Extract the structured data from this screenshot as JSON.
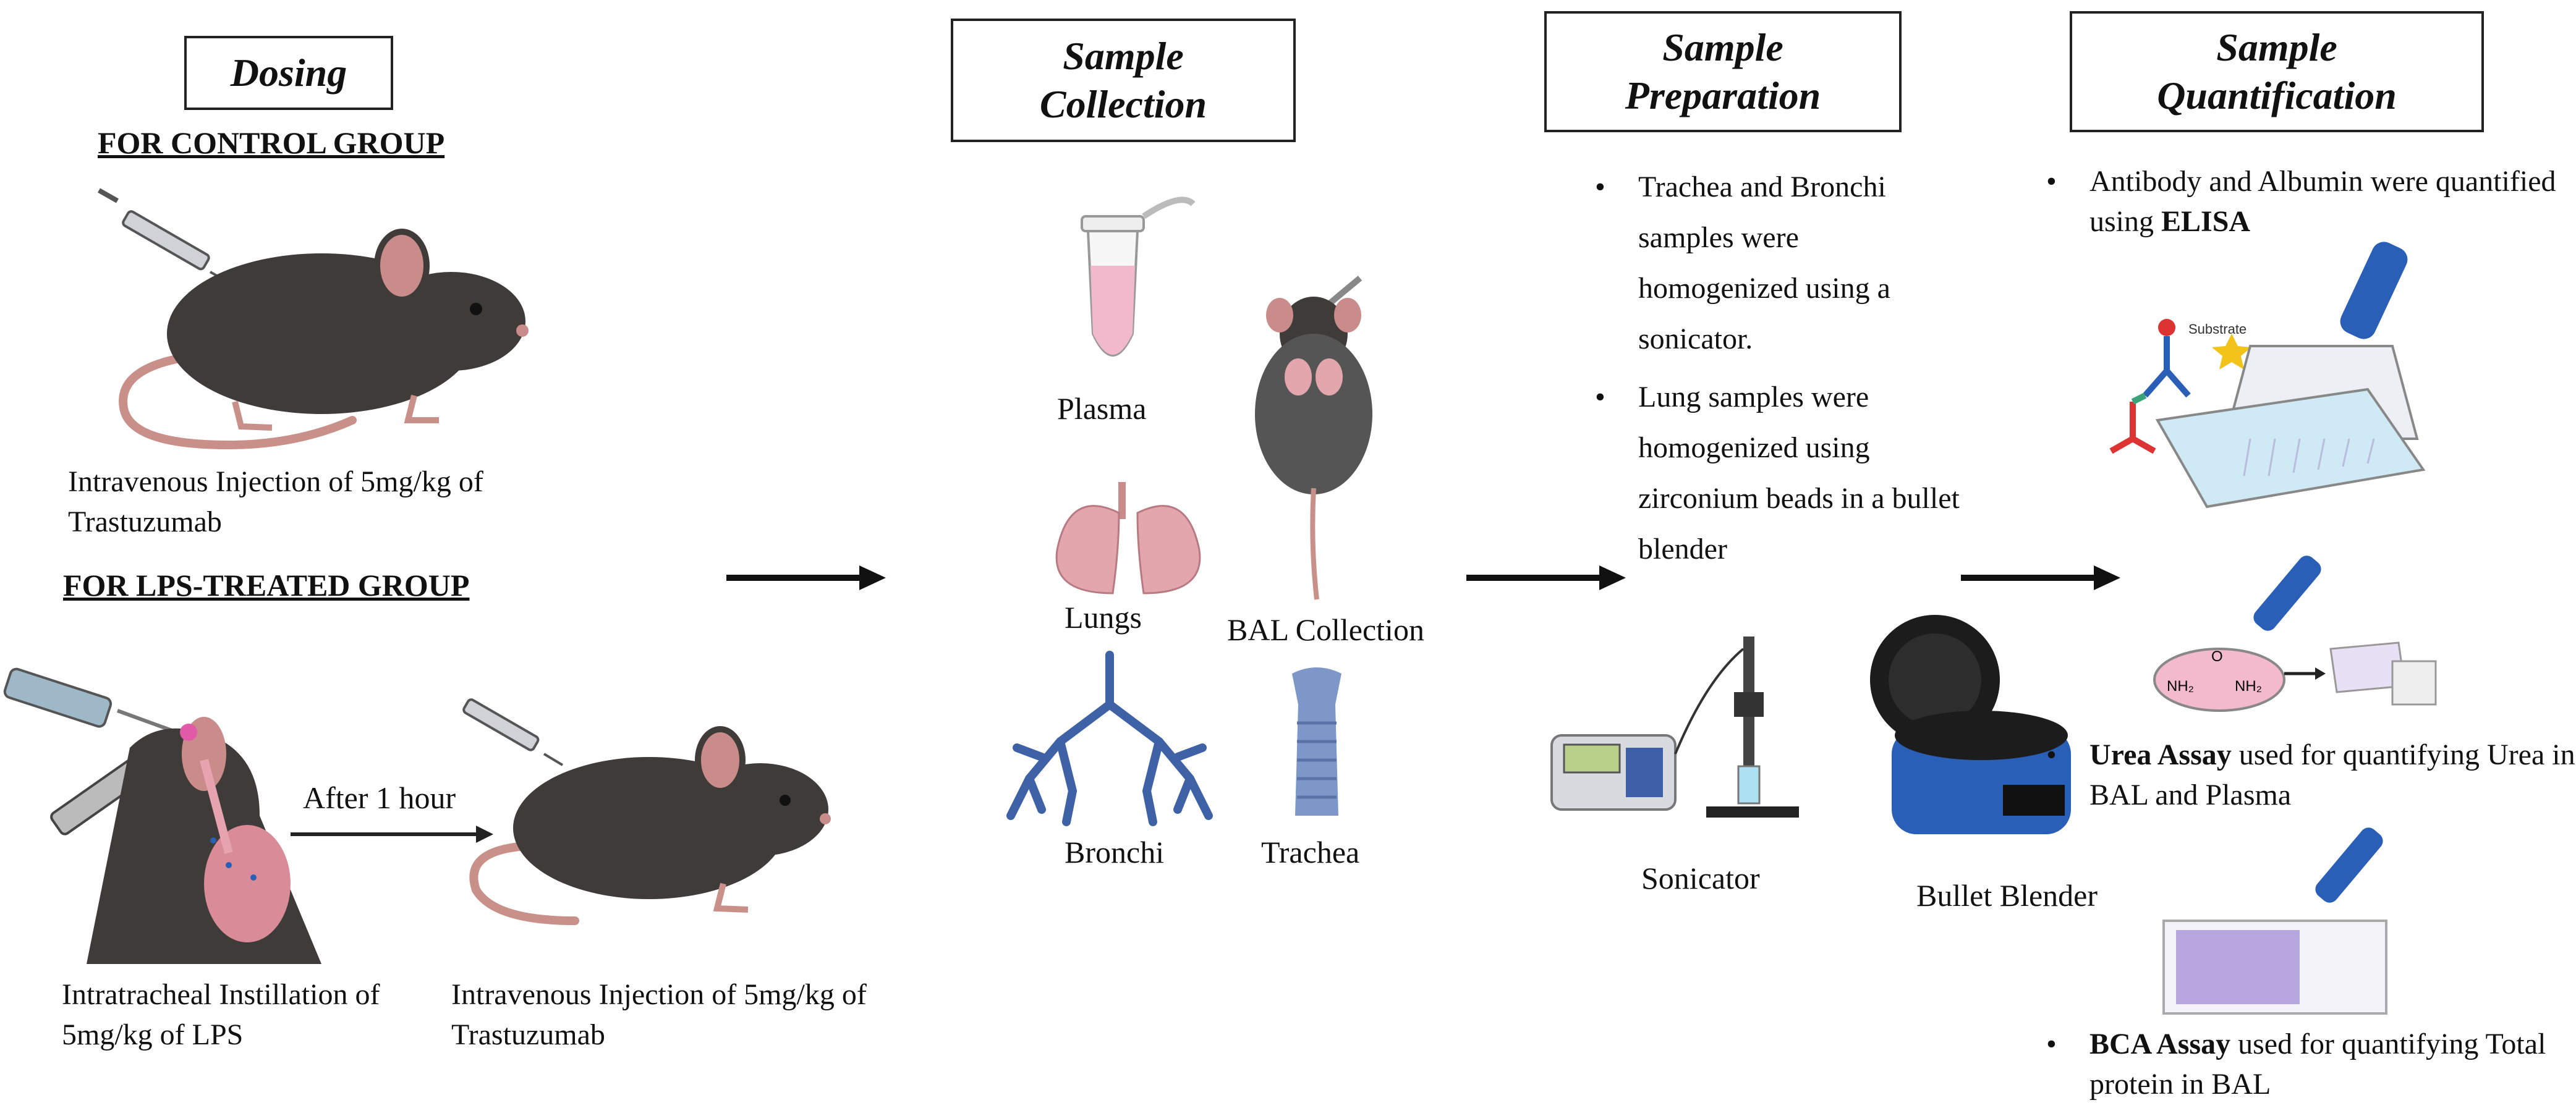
{
  "stages": {
    "dosing": "Dosing",
    "collection_line1": "Sample",
    "collection_line2": "Collection",
    "preparation_line1": "Sample",
    "preparation_line2": "Preparation",
    "quantification_line1": "Sample",
    "quantification_line2": "Quantification"
  },
  "dosing": {
    "control_header": "FOR CONTROL GROUP",
    "control_caption": "Intravenous Injection of 5mg/kg of Trastuzumab",
    "lps_header": "FOR LPS-TREATED GROUP",
    "after_label": "After 1 hour",
    "lps_caption_left": "Intratracheal Instillation of 5mg/kg of LPS",
    "lps_caption_right": "Intravenous Injection of 5mg/kg of Trastuzumab"
  },
  "collection": {
    "plasma": "Plasma",
    "lungs": "Lungs",
    "bal": "BAL Collection",
    "bronchi": "Bronchi",
    "trachea": "Trachea"
  },
  "preparation": {
    "bullet1": "Trachea and Bronchi samples were homogenized using a sonicator.",
    "bullet2": "Lung samples were homogenized using zirconium beads in a bullet blender",
    "sonicator": "Sonicator",
    "blender": "Bullet Blender"
  },
  "quantification": {
    "elisa_text": "Antibody and Albumin were quantified using ",
    "elisa_bold": "ELISA",
    "substrate": "Substrate",
    "urea_bold": "Urea Assay",
    "urea_text": " used for quantifying Urea in BAL and Plasma",
    "bca_bold": "BCA Assay",
    "bca_text": " used for quantifying Total protein in BAL",
    "nh2_left": "NH₂",
    "nh2_right": "NH₂",
    "o_label": "O"
  },
  "colors": {
    "mouse_body": "#3f3b38",
    "mouse_tail": "#c9908a",
    "ear_inner": "#c98c8a",
    "plasma_pink": "#f2b8cc",
    "lungs": "#e3a6ad",
    "bronchi": "#3e62a5",
    "trachea": "#7d97c9",
    "device_blue": "#2a5fb8",
    "plate_purple": "#b6a6dd"
  }
}
